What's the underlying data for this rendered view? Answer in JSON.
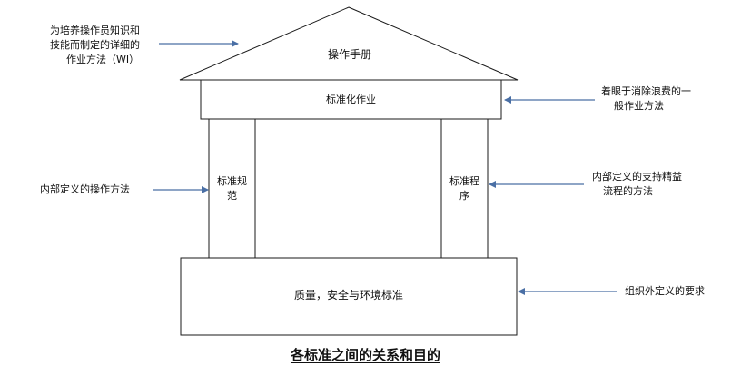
{
  "roof": {
    "label": "操作手册"
  },
  "beam": {
    "label": "标准化作业"
  },
  "left_pillar": {
    "lines": [
      "标准规",
      "范"
    ]
  },
  "right_pillar": {
    "lines": [
      "标准程",
      "序"
    ]
  },
  "foundation": {
    "label": "质量，安全与环境标准"
  },
  "annotations": {
    "roof_note": [
      "为培养操作员知识和",
      "技能而制定的详细的",
      "作业方法（WI）"
    ],
    "beam_note": [
      "着眼于消除浪费的一",
      "般作业方法"
    ],
    "left_note": [
      "内部定义的操作方法"
    ],
    "right_note": [
      "内部定义的支持精益",
      "流程的方法"
    ],
    "foundation_note": [
      "组织外定义的要求"
    ]
  },
  "title": "各标准之间的关系和目的",
  "colors": {
    "arrow": "#4a6fa5",
    "outline": "#1a1a1a"
  }
}
